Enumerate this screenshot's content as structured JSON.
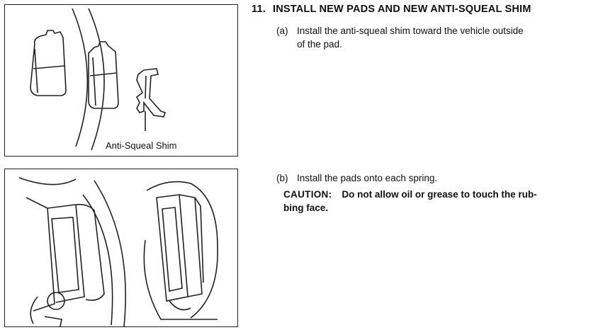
{
  "step": {
    "number": "11.",
    "title": "INSTALL NEW PADS AND NEW ANTI-SQUEAL SHIM"
  },
  "figure1": {
    "label": "Anti-Squeal Shim"
  },
  "substep_a": {
    "letter": "(a)",
    "line1": "Install the anti-squeal shim toward the vehicle outside",
    "line2": "of the pad."
  },
  "substep_b": {
    "letter": "(b)",
    "text": "Install the pads onto each spring."
  },
  "caution": {
    "label": "CAUTION:",
    "line1": "Do not allow oil or grease to touch the rub-",
    "line2": "bing face."
  }
}
